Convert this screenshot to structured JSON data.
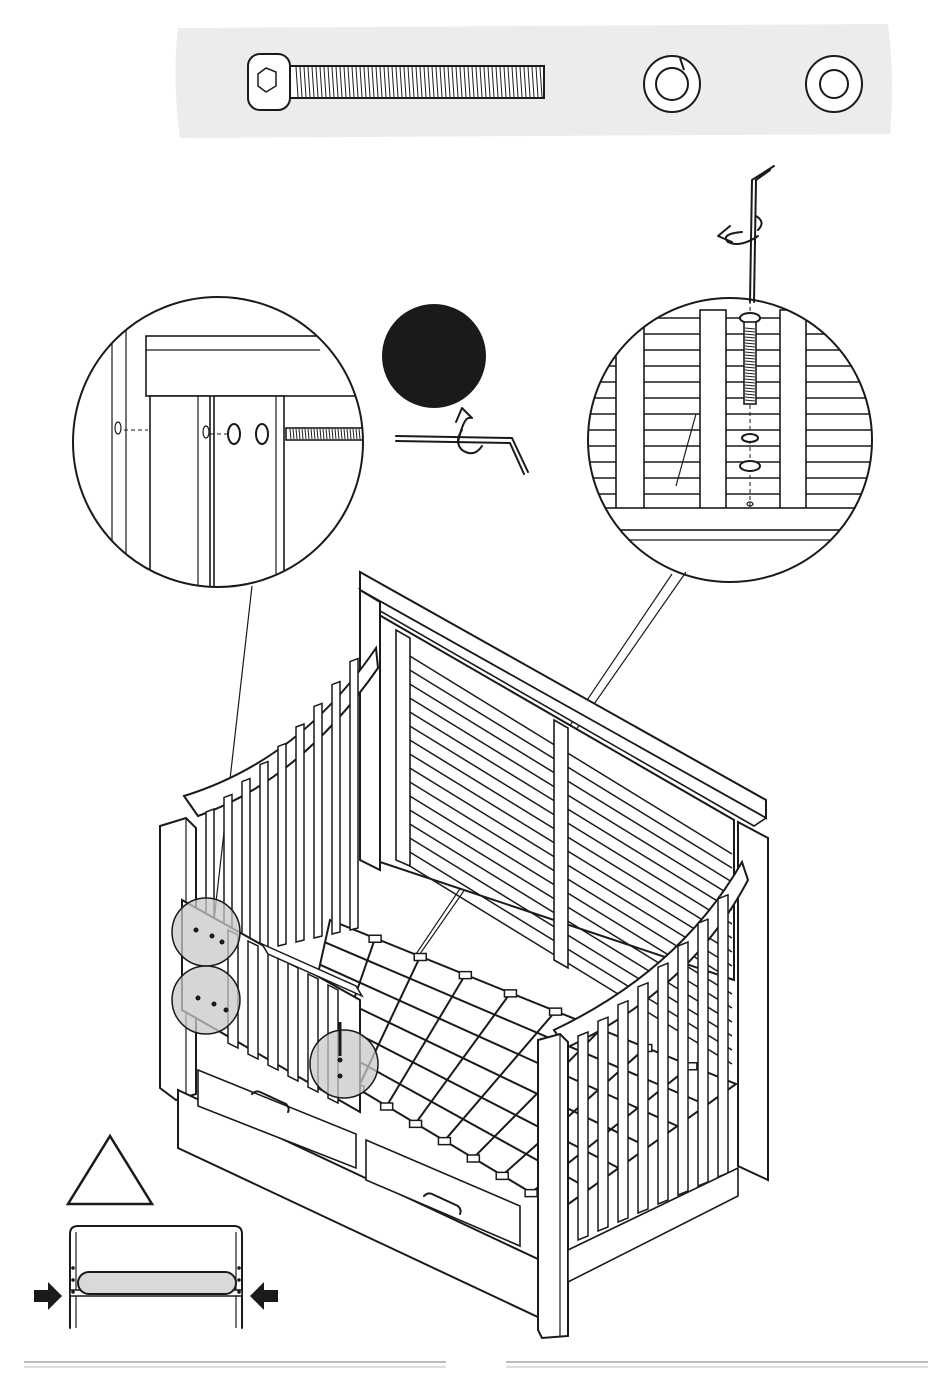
{
  "hardware": [
    {
      "name": "bolt",
      "icon": "allen-bolt-icon"
    },
    {
      "name": "lock-washer",
      "icon": "lock-washer-icon"
    },
    {
      "name": "flat-washer",
      "icon": "flat-washer-icon"
    }
  ],
  "step_badge": {
    "label": ""
  },
  "colors": {
    "ink": "#1a1a1a",
    "panel": "#ececec",
    "highlight": "#c8c8c8",
    "badge": "#1a1a1a"
  },
  "warning": {
    "icon": "warning-triangle-icon",
    "arrows": "press-arrow-icon"
  }
}
